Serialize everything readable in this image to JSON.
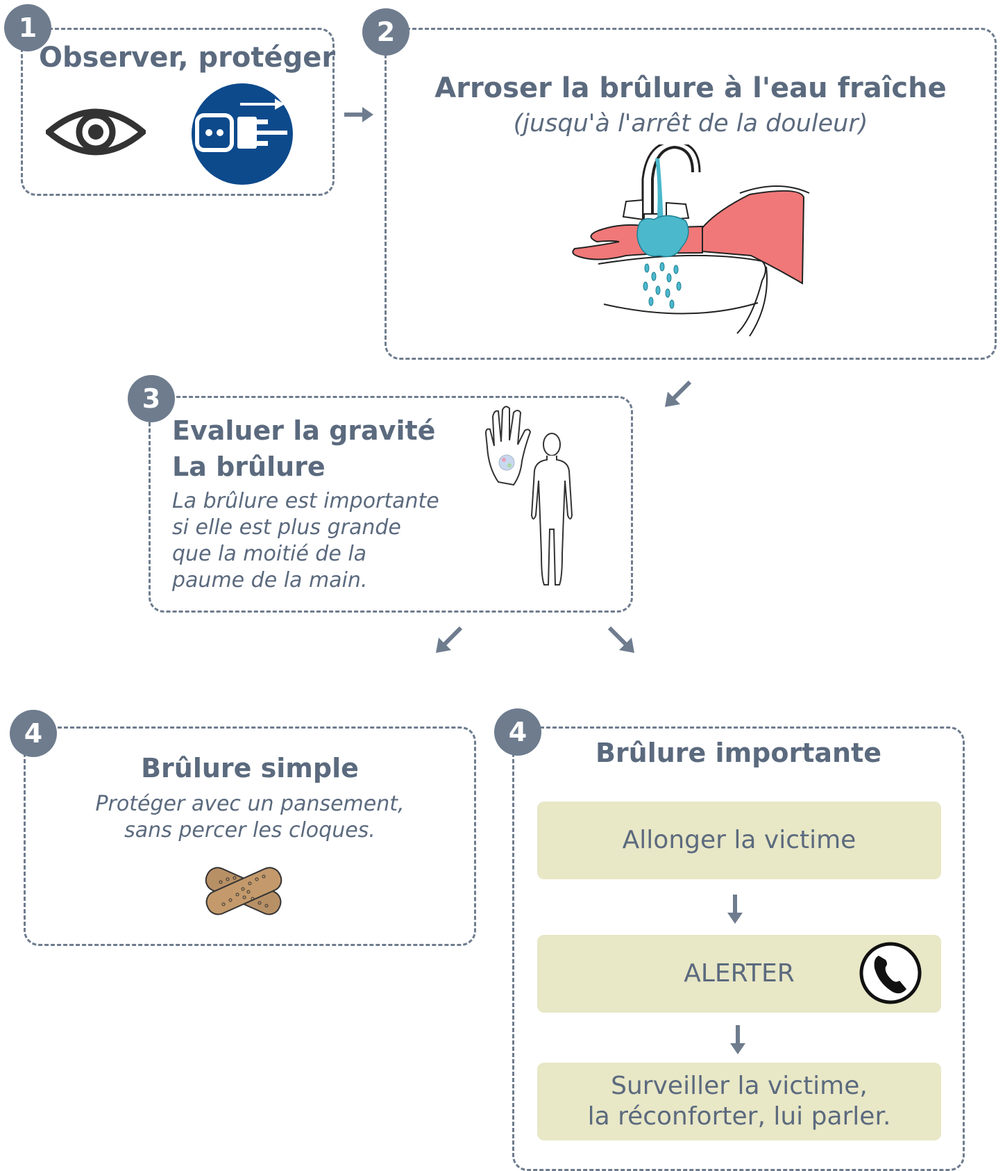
{
  "steps": [
    {
      "number": "1",
      "title": "Observer, protéger"
    },
    {
      "number": "2",
      "title": "Arroser la brûlure à l'eau fraîche",
      "subtitle": "(jusqu'à l'arrêt de la douleur)"
    },
    {
      "number": "3",
      "title": "Evaluer la gravité",
      "title2": "La brûlure",
      "text": [
        "La brûlure est importante",
        "si elle est plus grande",
        "que la moitié de la",
        "paume de la main."
      ]
    },
    {
      "number": "4",
      "title": "Brûlure simple",
      "text": [
        "Protéger avec un pansement,",
        "sans percer les cloques."
      ]
    },
    {
      "number": "4",
      "title": "Brûlure importante",
      "actions": [
        "Allonger la victime",
        "ALERTER",
        "Surveiller la victime,",
        "la réconforter, lui parler."
      ]
    }
  ],
  "icons": [
    "eye-icon",
    "unplug-icon",
    "washing-hand-icon",
    "hand-icon",
    "body-outline-icon",
    "bandage-icon",
    "phone-icon"
  ],
  "colors": {
    "accent": "#6e7c8e",
    "panel": "#e8e7c6",
    "blue": "#0d4a8c",
    "skin": "#f07878",
    "water": "#4bb8cc"
  }
}
